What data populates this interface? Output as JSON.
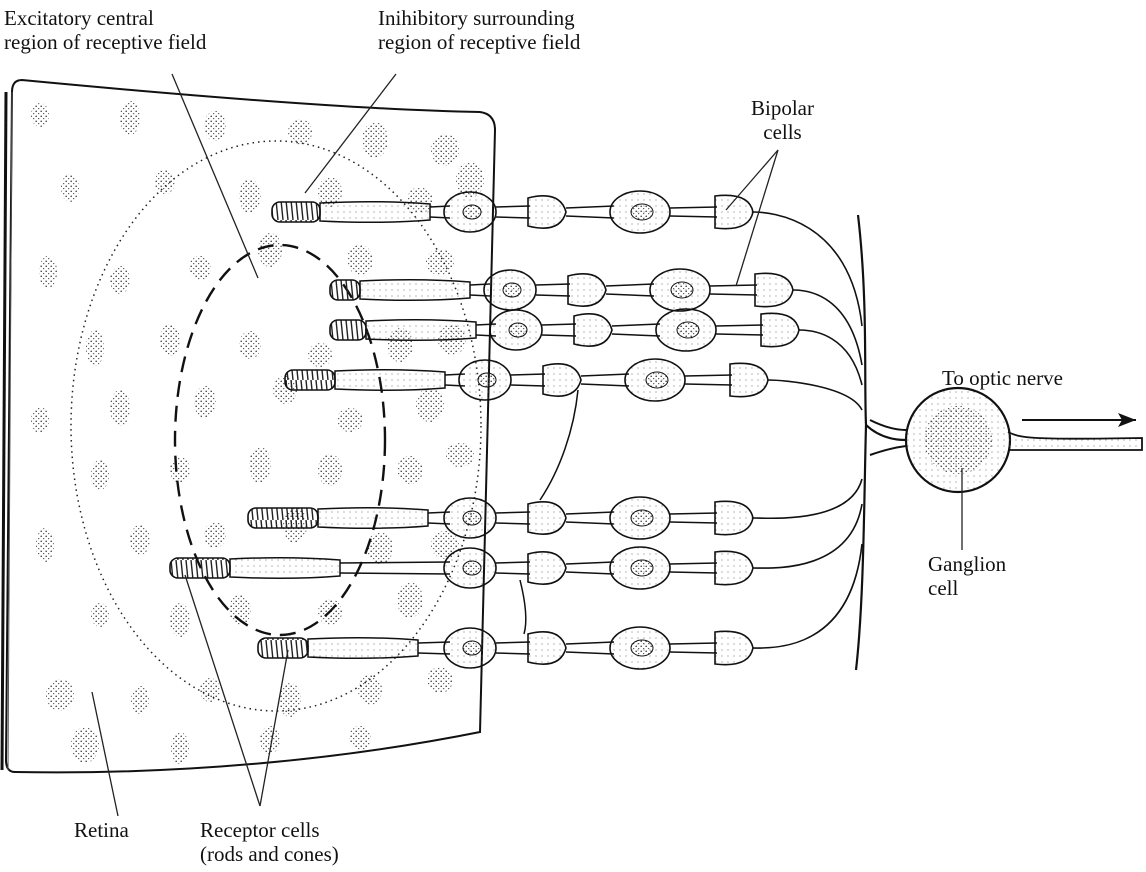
{
  "diagram": {
    "labels": {
      "excitatory_line1": "Excitatory central",
      "excitatory_line2": "region of receptive field",
      "inhibitory_line1": "Inihibitory surrounding",
      "inhibitory_line2": "region of receptive field",
      "bipolar_line1": "Bipolar",
      "bipolar_line2": "cells",
      "optic_nerve": "To optic nerve",
      "ganglion_line1": "Ganglion",
      "ganglion_line2": "cell",
      "retina": "Retina",
      "receptor_line1": "Receptor cells",
      "receptor_line2": "(rods and cones)"
    },
    "colors": {
      "ink": "#111111",
      "stipple": "#333333",
      "paper": "#ffffff"
    }
  }
}
